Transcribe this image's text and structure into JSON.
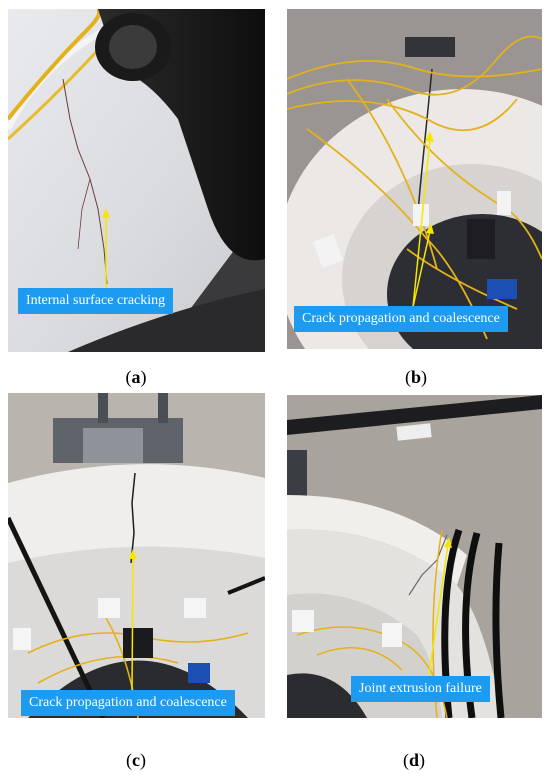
{
  "panels": {
    "a": {
      "letter": "a",
      "callout": "Internal surface cracking"
    },
    "b": {
      "letter": "b",
      "callout": "Crack propagation and coalescence"
    },
    "c": {
      "letter": "c",
      "callout": "Crack propagation and coalescence"
    },
    "d": {
      "letter": "d",
      "callout": "Joint extrusion failure"
    }
  },
  "colors": {
    "callout_bg": "#1d9bf0",
    "callout_text": "#ffffff",
    "arrow": "#f5e600",
    "wire": "#e3b21a"
  }
}
